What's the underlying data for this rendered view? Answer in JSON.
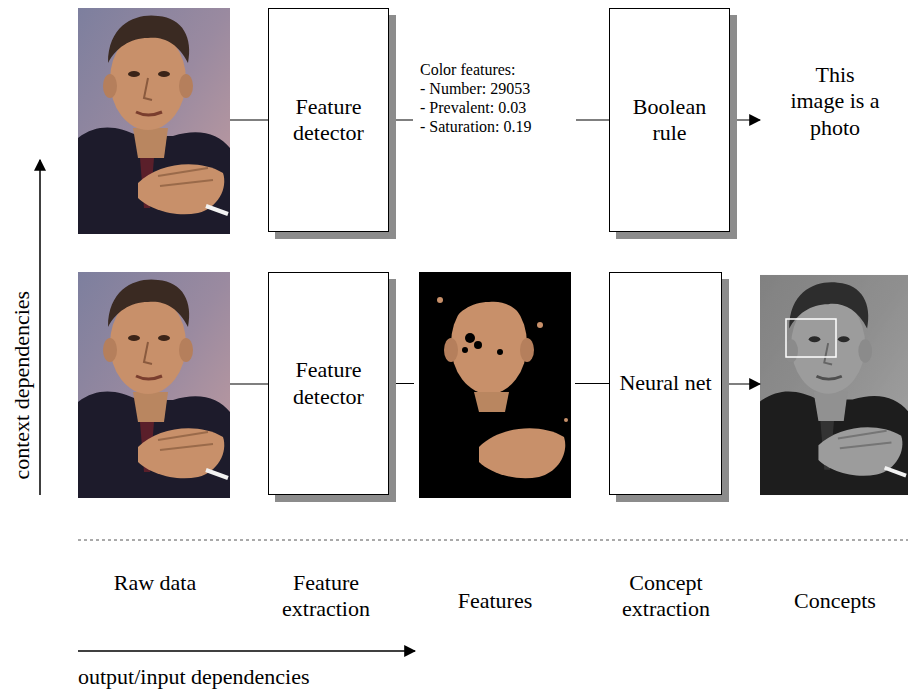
{
  "diagram": {
    "nodes": [
      {
        "text": [
          "Feature detector"
        ]
      },
      {
        "text": [
          "Boolean rule"
        ]
      },
      {
        "text": [
          "Feature detector"
        ]
      },
      {
        "text": [
          "Neural net"
        ]
      }
    ],
    "edges": [
      {
        "from": 0,
        "to": 1,
        "arrow": "none"
      },
      {
        "from": 2,
        "to": 3,
        "arrow": "none"
      }
    ],
    "labels": [
      "Color features:",
      "- Number: 29053",
      "- Prevalent: 0.03",
      "- Saturation: 0.19",
      "This image is a photo",
      "context dependencies",
      "Raw data",
      "Feature extraction",
      "Features",
      "Concept extraction",
      "Concepts",
      "output/input dependencies"
    ]
  }
}
